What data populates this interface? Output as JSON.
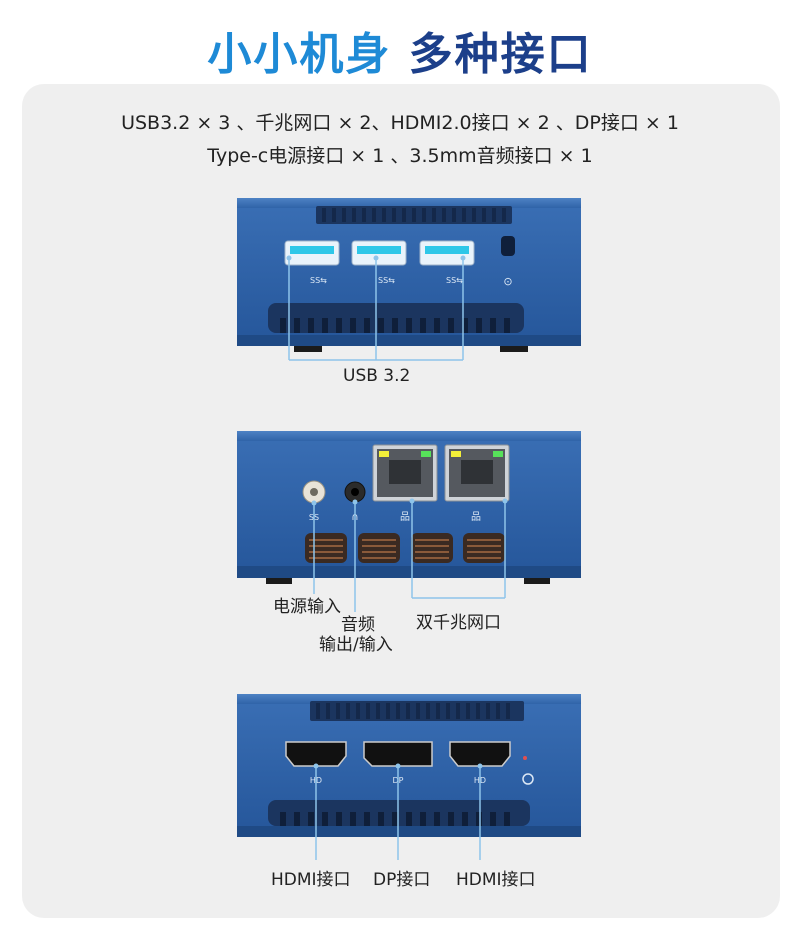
{
  "title": {
    "part1": "小小机身",
    "part2": "多种接口"
  },
  "specs": {
    "line1": "USB3.2 × 3 、千兆网口 × 2、HDMI2.0接口 × 2 、DP接口 × 1",
    "line2": "Type-c电源接口 × 1 、3.5mm音频接口 × 1"
  },
  "labels": {
    "usb": "USB 3.2",
    "power": "电源输入",
    "audio_line1": "音频",
    "audio_line2": "输出/输入",
    "lan": "双千兆网口",
    "hdmi1": "HDMI接口",
    "dp": "DP接口",
    "hdmi2": "HDMI接口"
  },
  "colors": {
    "body_blue": "#2a5fa3",
    "body_dark": "#1f4a85",
    "title_light": "#1e8ad6",
    "title_dark": "#1c3f8a",
    "usb_cyan": "#2ec7e8",
    "callout_line": "#8ec4ea"
  }
}
